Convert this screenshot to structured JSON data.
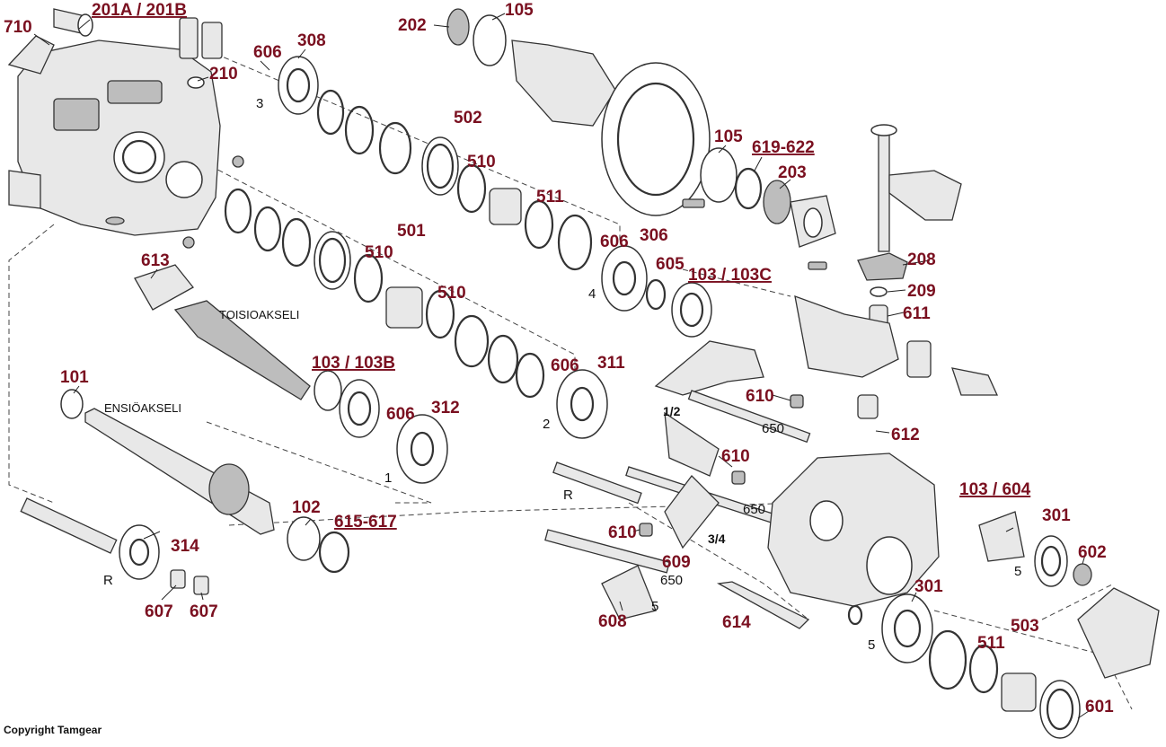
{
  "copyright": "Copyright Tamgear",
  "shafts": {
    "output": "TOISIOAKSELI",
    "input": "ENSIÖAKSELI"
  },
  "colors": {
    "label": "#7a1020",
    "line": "#222222",
    "part_fill": "#e8e8e8"
  },
  "labels": {
    "l710": "710",
    "l201": "201A / 201B",
    "l210": "210",
    "l606a": "606",
    "l308": "308",
    "l202": "202",
    "l105a": "105",
    "l502": "502",
    "l510a": "510",
    "l511a": "511",
    "l105b": "105",
    "l619": "619-622",
    "l203": "203",
    "l613": "613",
    "l501": "501",
    "l510b": "510",
    "l510c": "510",
    "l606b": "606",
    "l306": "306",
    "l605": "605",
    "l103c": "103 / 103C",
    "l208": "208",
    "l209": "209",
    "l611": "611",
    "l101": "101",
    "l103b": "103 / 103B",
    "l606c": "606",
    "l311": "311",
    "l606d": "606",
    "l312": "312",
    "l610a": "610",
    "l650a": "650",
    "l612": "612",
    "l610b": "610",
    "l650b": "650",
    "l102": "102",
    "l615": "615-617",
    "l314": "314",
    "l610c": "610",
    "l609": "609",
    "l650c": "650",
    "l607a": "607",
    "l607b": "607",
    "l608": "608",
    "l614": "614",
    "l103_604": "103 / 604",
    "l301a": "301",
    "l602": "602",
    "l301b": "301",
    "l503": "503",
    "l511b": "511",
    "l601": "601"
  },
  "gear_marks": {
    "g3": "3",
    "g4": "4",
    "g2": "2",
    "g1": "1",
    "gR1": "R",
    "gR2": "R",
    "g12": "1/2",
    "g34": "3/4",
    "g5a": "5",
    "g5b": "5",
    "g5c": "5"
  }
}
